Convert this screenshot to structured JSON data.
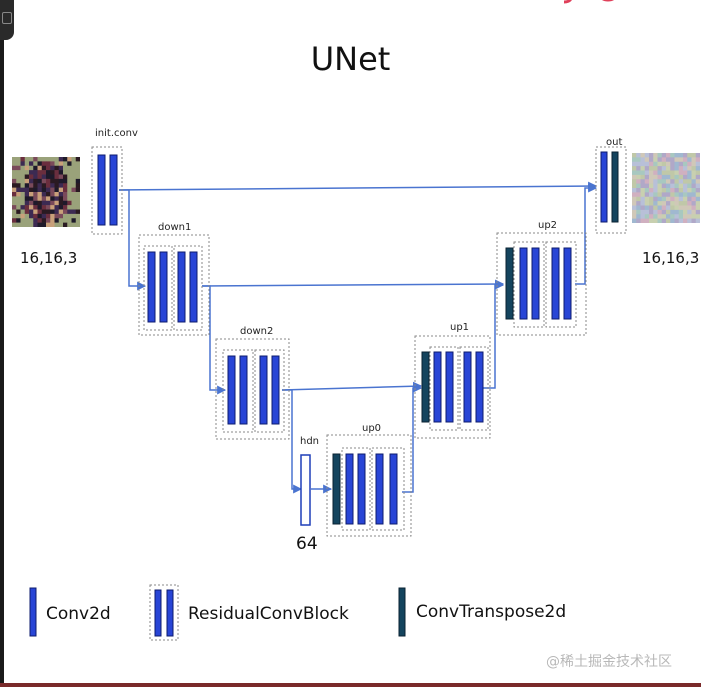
{
  "title": "UNet",
  "input_shape": "16,16,3",
  "output_shape": "16,16,3",
  "hidden_dim": "64",
  "blocks": {
    "init_conv": "init.conv",
    "down1": "down1",
    "down2": "down2",
    "hidden": "hdn",
    "up0": "up0",
    "up1": "up1",
    "up2": "up2",
    "out": "out"
  },
  "legend": {
    "conv2d": "Conv2d",
    "residual": "ResidualConvBlock",
    "convtranspose": "ConvTranspose2d"
  },
  "watermark": "@稀土掘金技术社区",
  "colors": {
    "conv": "#2845d6",
    "conv_edge": "#0d1b6e",
    "transpose": "#14445e",
    "arrow": "#4a74d0",
    "dashed": "#8a8a8a"
  }
}
